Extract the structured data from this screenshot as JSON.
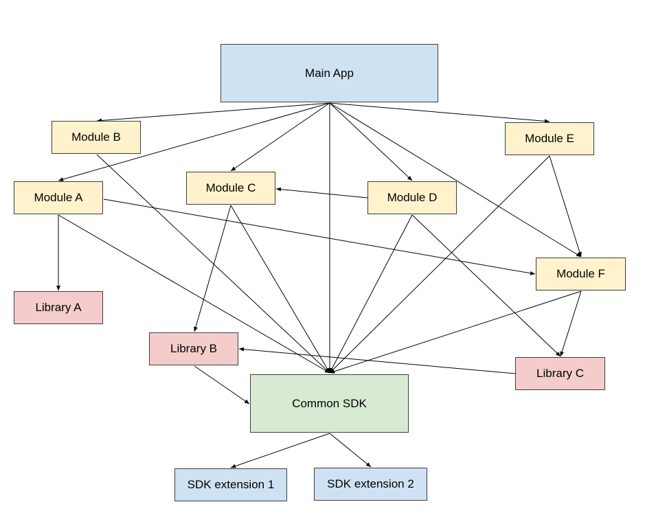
{
  "colors": {
    "top_level": "#cfe2f3",
    "module": "#fff2cc",
    "library": "#f4cccc",
    "sdk": "#d9ead3",
    "extension": "#cfe2f3",
    "edge": "#000000"
  },
  "nodes": {
    "main_app": {
      "label": "Main App",
      "category": "top_level"
    },
    "module_b": {
      "label": "Module B",
      "category": "module"
    },
    "module_e": {
      "label": "Module E",
      "category": "module"
    },
    "module_a": {
      "label": "Module A",
      "category": "module"
    },
    "module_c": {
      "label": "Module C",
      "category": "module"
    },
    "module_d": {
      "label": "Module D",
      "category": "module"
    },
    "module_f": {
      "label": "Module F",
      "category": "module"
    },
    "library_a": {
      "label": "Library A",
      "category": "library"
    },
    "library_b": {
      "label": "Library B",
      "category": "library"
    },
    "library_c": {
      "label": "Library C",
      "category": "library"
    },
    "common_sdk": {
      "label": "Common SDK",
      "category": "sdk"
    },
    "sdk_ext_1": {
      "label": "SDK extension 1",
      "category": "extension"
    },
    "sdk_ext_2": {
      "label": "SDK extension 2",
      "category": "extension"
    }
  },
  "edges": [
    {
      "from": "main_app",
      "to": "module_b"
    },
    {
      "from": "main_app",
      "to": "module_a"
    },
    {
      "from": "main_app",
      "to": "module_c"
    },
    {
      "from": "main_app",
      "to": "common_sdk"
    },
    {
      "from": "main_app",
      "to": "module_d"
    },
    {
      "from": "main_app",
      "to": "module_f"
    },
    {
      "from": "main_app",
      "to": "module_e"
    },
    {
      "from": "module_b",
      "to": "common_sdk"
    },
    {
      "from": "module_a",
      "to": "library_a"
    },
    {
      "from": "module_a",
      "to": "common_sdk"
    },
    {
      "from": "module_a",
      "to": "module_f"
    },
    {
      "from": "module_c",
      "to": "library_b"
    },
    {
      "from": "module_c",
      "to": "common_sdk"
    },
    {
      "from": "module_d",
      "to": "module_c"
    },
    {
      "from": "module_d",
      "to": "common_sdk"
    },
    {
      "from": "module_d",
      "to": "library_c"
    },
    {
      "from": "module_e",
      "to": "common_sdk"
    },
    {
      "from": "module_e",
      "to": "module_f"
    },
    {
      "from": "module_f",
      "to": "common_sdk"
    },
    {
      "from": "module_f",
      "to": "library_c"
    },
    {
      "from": "library_c",
      "to": "library_b"
    },
    {
      "from": "library_b",
      "to": "common_sdk"
    },
    {
      "from": "common_sdk",
      "to": "sdk_ext_1"
    },
    {
      "from": "common_sdk",
      "to": "sdk_ext_2"
    }
  ]
}
